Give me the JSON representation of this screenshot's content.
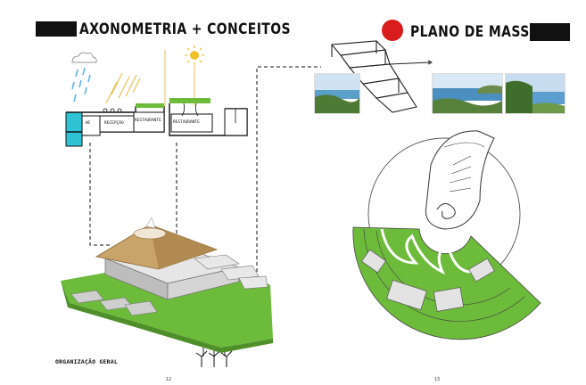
{
  "left_panel": {
    "title": "AXONOMETRIA + CONCEITOS",
    "section_labels": [
      "WC",
      "RECEPÇÃO",
      "RESTAURANTE",
      "RESTAURANTE"
    ],
    "caption": "ORGANIZAÇÃO GERAL",
    "page_number": "12"
  },
  "right_panel": {
    "title": "PLANO DE MASSAS",
    "page_number": "13"
  },
  "colors": {
    "accent_red": "#d91c1c",
    "grass_green": "#6dbb3a",
    "water_cyan": "#2fc3d6",
    "sea_blue": "#5aa0c8"
  }
}
